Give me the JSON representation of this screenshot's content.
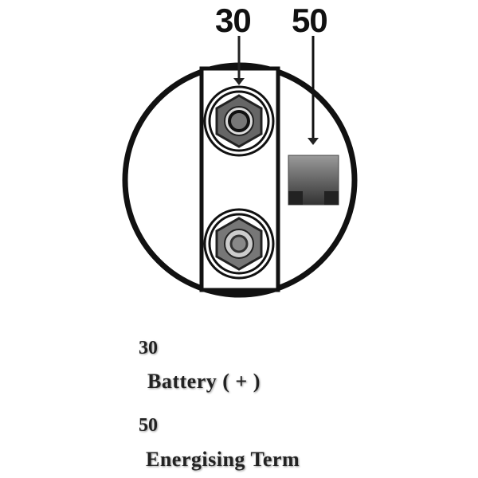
{
  "diagram": {
    "top_labels": {
      "terminal_30": "30",
      "terminal_50": "50"
    },
    "legend": [
      {
        "number": "30",
        "description": "Battery ( + )"
      },
      {
        "number": "50",
        "description": "Energising Term"
      }
    ]
  }
}
